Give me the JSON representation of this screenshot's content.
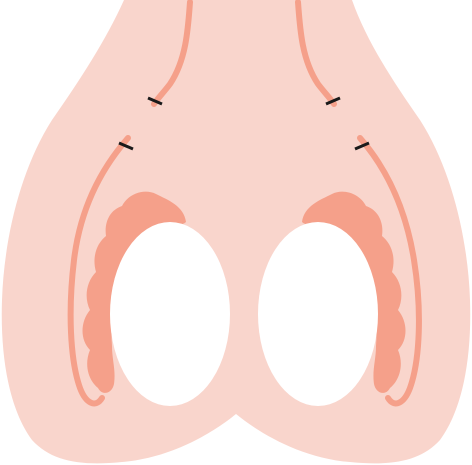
{
  "diagram": {
    "type": "anatomical illustration",
    "colors": {
      "background": "#ffffff",
      "body": "#f9d5cc",
      "structure": "#f5a08a",
      "cavity": "#ffffff",
      "mark": "#1a1a1a"
    },
    "parts": [
      "scrotum-outline",
      "left-testis",
      "right-testis",
      "left-epididymis",
      "right-epididymis",
      "left-vas-deferens",
      "right-vas-deferens",
      "vasectomy-cut-marks"
    ]
  }
}
